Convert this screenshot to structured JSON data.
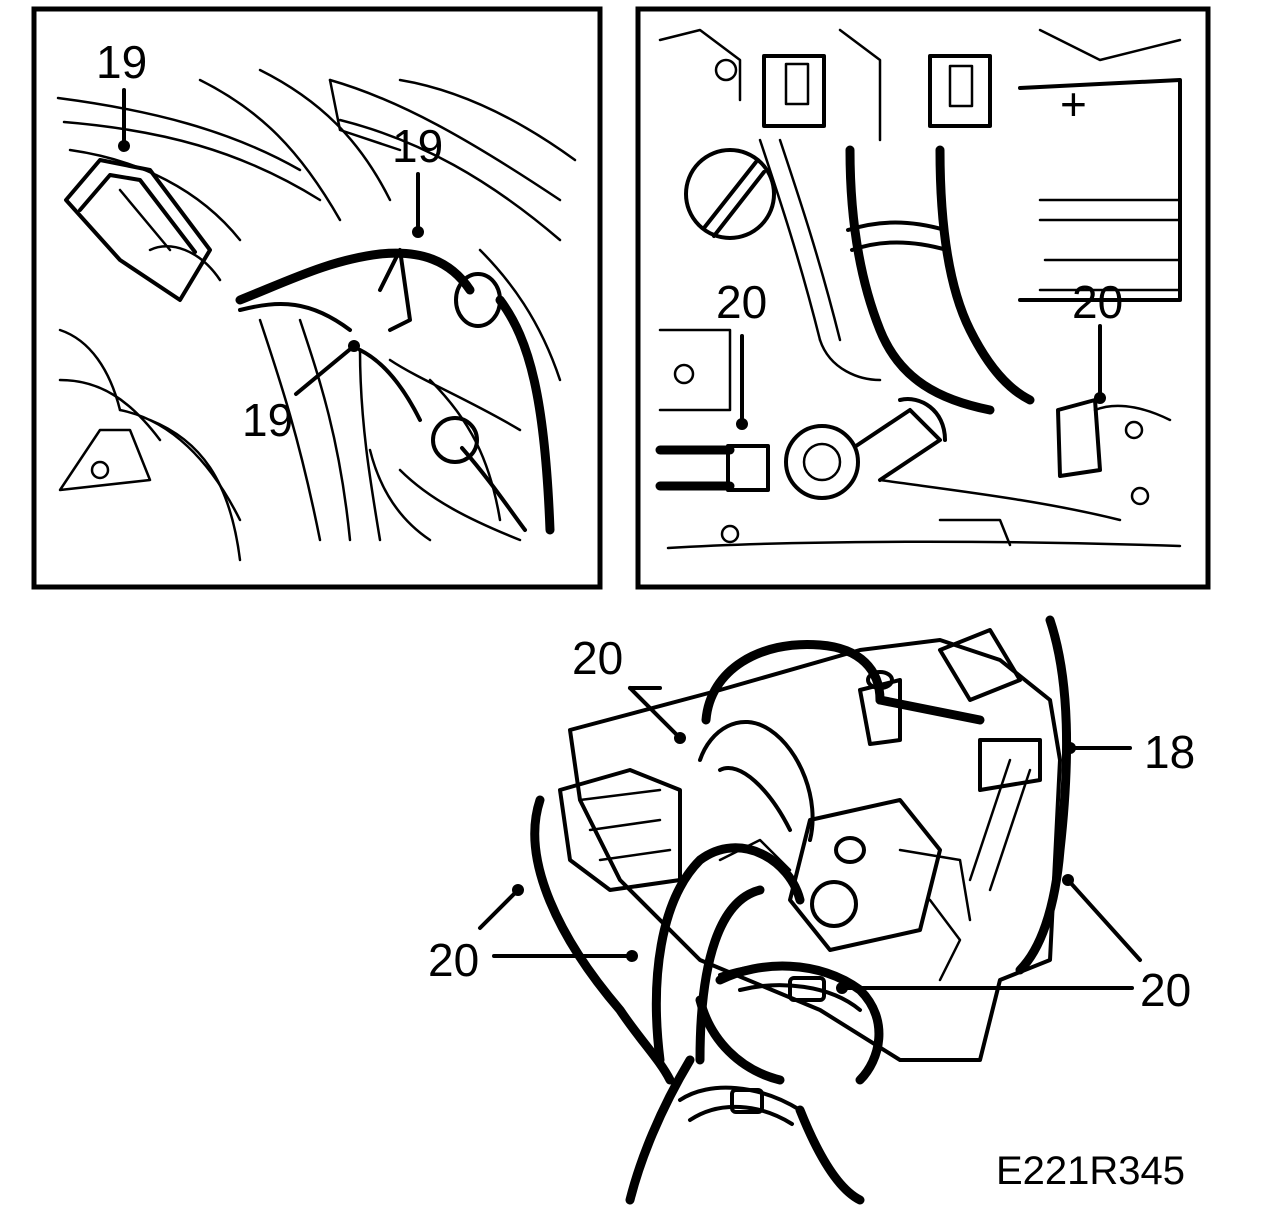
{
  "diagram": {
    "callouts": {
      "top_left_1": "19",
      "top_left_2": "19",
      "top_left_3": "19",
      "top_right_1": "20",
      "top_right_2": "20",
      "bottom_1": "20",
      "bottom_2": "18",
      "bottom_3": "20",
      "bottom_4": "20"
    },
    "figure_code": "E221R345",
    "symbols": {
      "battery_plus": "+"
    }
  }
}
